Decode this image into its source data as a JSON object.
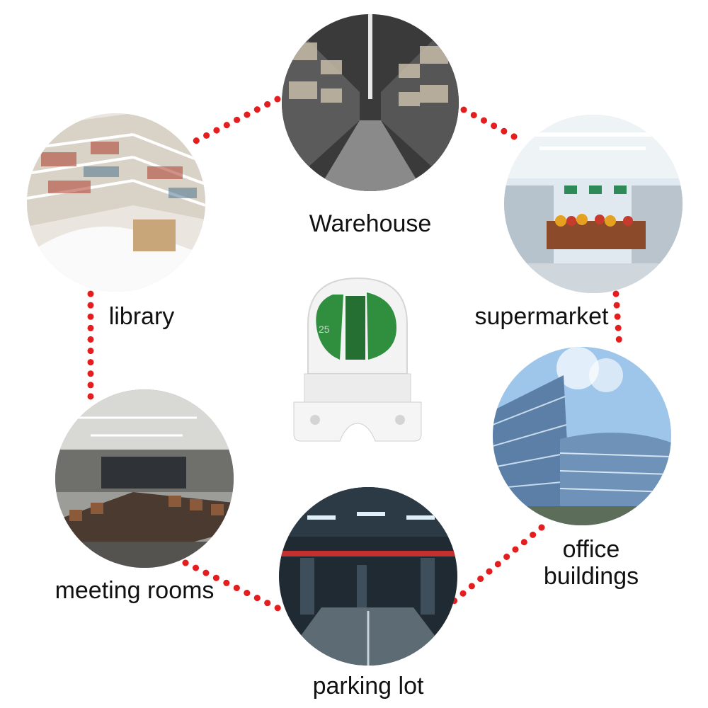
{
  "colors": {
    "dot": "#e41e1e",
    "green": "#2f8f3f",
    "text": "#111111",
    "socket_white": "#f2f2f2"
  },
  "locations": [
    {
      "id": "warehouse",
      "label": "Warehouse"
    },
    {
      "id": "library",
      "label": "library"
    },
    {
      "id": "supermarket",
      "label": "supermarket"
    },
    {
      "id": "meeting-rooms",
      "label": "meeting rooms"
    },
    {
      "id": "office-buildings",
      "label": "office\nbuildings"
    },
    {
      "id": "parking-lot",
      "label": "parking lot"
    }
  ],
  "product": {
    "marking": "25"
  }
}
